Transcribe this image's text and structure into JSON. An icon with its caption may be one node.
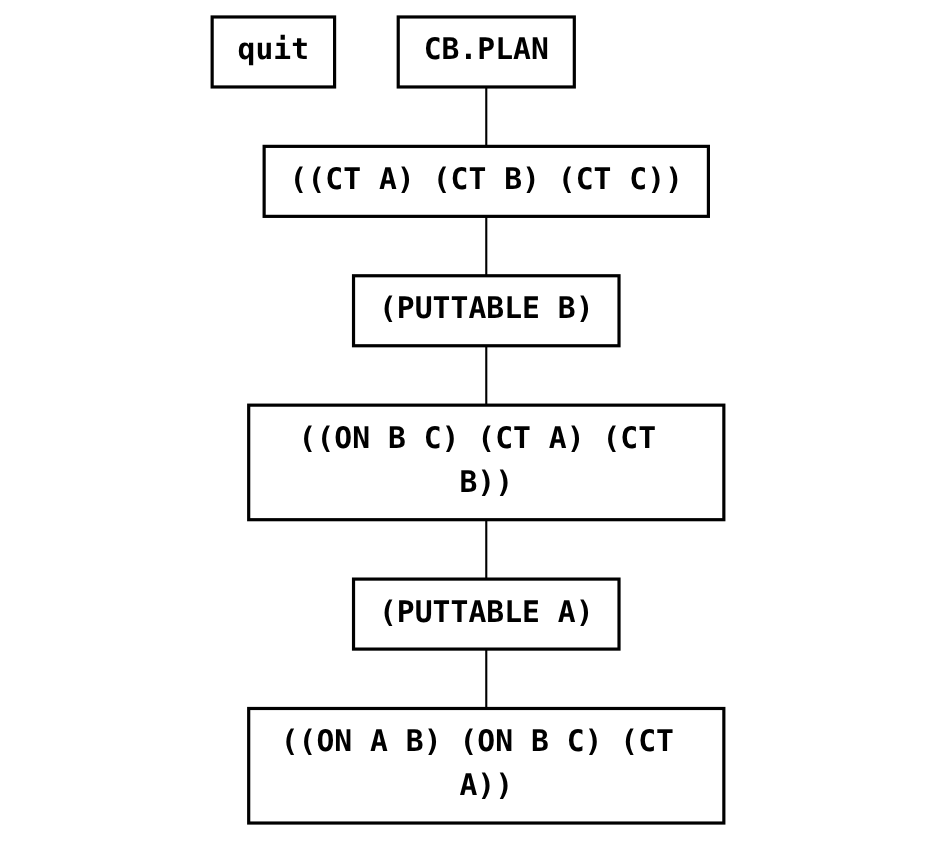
{
  "diagram": {
    "nodes": [
      {
        "text": [
          "quit"
        ]
      },
      {
        "text": [
          "CB.PLAN"
        ]
      },
      {
        "text": [
          "((CT A) (CT B) (CT C))"
        ]
      },
      {
        "text": [
          "(PUTTABLE B)"
        ]
      },
      {
        "text": [
          "((ON B C) (CT A) (CT B))"
        ]
      },
      {
        "text": [
          "(PUTTABLE A)"
        ]
      },
      {
        "text": [
          "((ON A B) (ON B C) (CT A))"
        ]
      }
    ],
    "edges": [
      {
        "from": 1,
        "to": 2,
        "arrow": "none"
      },
      {
        "from": 2,
        "to": 3,
        "arrow": "none"
      },
      {
        "from": 3,
        "to": 4,
        "arrow": "none"
      },
      {
        "from": 4,
        "to": 5,
        "arrow": "none"
      },
      {
        "from": 5,
        "to": 6,
        "arrow": "none"
      }
    ]
  }
}
